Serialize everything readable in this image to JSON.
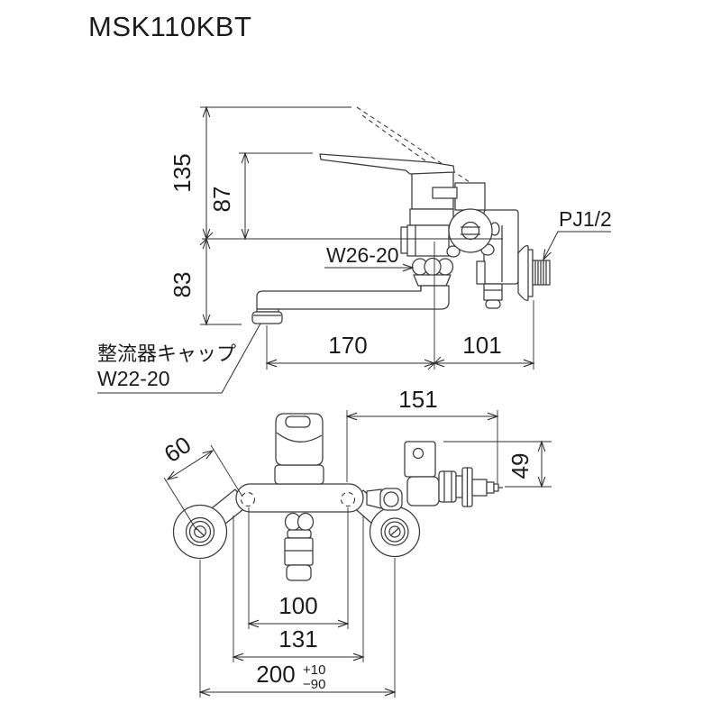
{
  "title": "MSK110KBT",
  "line_color": "#3a3a3a",
  "side_view": {
    "dims": {
      "total_height": "135",
      "handle_height": "87",
      "spout_drop": "83",
      "spout_reach": "170",
      "wall_offset": "101"
    },
    "labels": {
      "spout_nut_thread": "W26-20",
      "wall_thread": "PJ1/2",
      "aerator_cap_name": "整流器キャップ",
      "aerator_cap_thread": "W22-20"
    }
  },
  "front_view": {
    "dims": {
      "valve_reach": "151",
      "eccentric_leg": "60",
      "valve_drop": "49",
      "inner_span": "100",
      "body_span": "131",
      "pipe_pitch": "200",
      "pitch_tol_upper": "+10",
      "pitch_tol_lower": "−90"
    }
  }
}
